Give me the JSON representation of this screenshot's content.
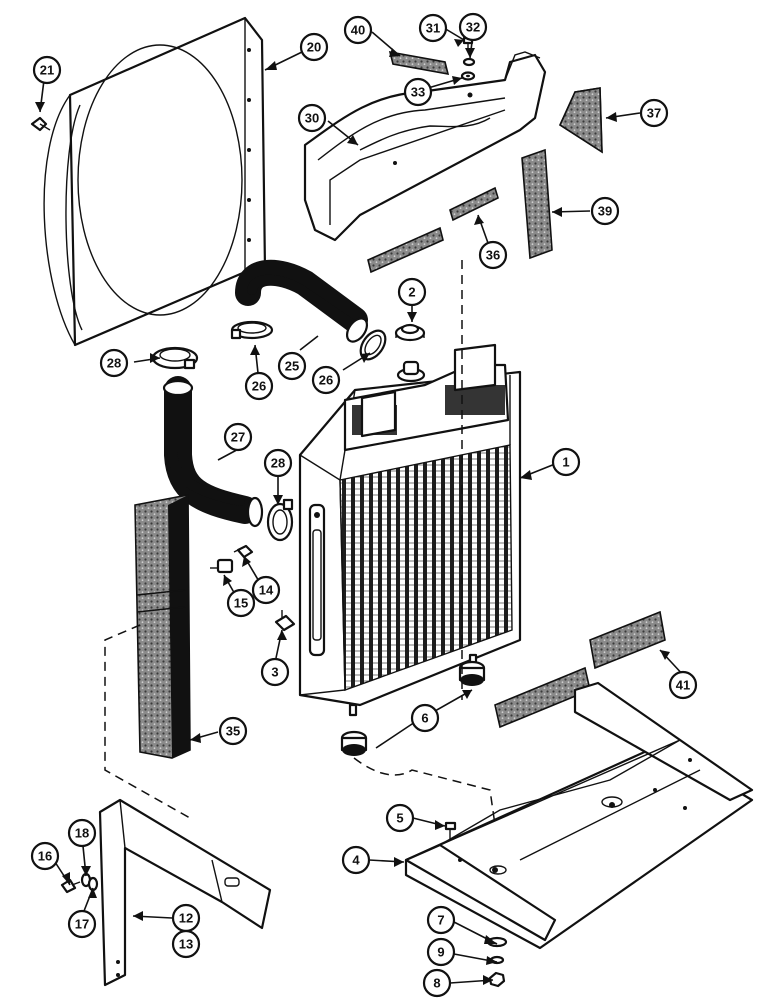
{
  "diagram": {
    "colors": {
      "line": "#111111",
      "paper": "#ffffff",
      "foam": "#6d6d6d"
    },
    "callouts": [
      {
        "id": "c1",
        "label": "1"
      },
      {
        "id": "c2",
        "label": "2"
      },
      {
        "id": "c3",
        "label": "3"
      },
      {
        "id": "c4",
        "label": "4"
      },
      {
        "id": "c5",
        "label": "5"
      },
      {
        "id": "c6",
        "label": "6"
      },
      {
        "id": "c7",
        "label": "7"
      },
      {
        "id": "c8",
        "label": "8"
      },
      {
        "id": "c9",
        "label": "9"
      },
      {
        "id": "c12",
        "label": "12"
      },
      {
        "id": "c13",
        "label": "13"
      },
      {
        "id": "c14",
        "label": "14"
      },
      {
        "id": "c15",
        "label": "15"
      },
      {
        "id": "c16",
        "label": "16"
      },
      {
        "id": "c17",
        "label": "17"
      },
      {
        "id": "c18",
        "label": "18"
      },
      {
        "id": "c20",
        "label": "20"
      },
      {
        "id": "c21",
        "label": "21"
      },
      {
        "id": "c25",
        "label": "25"
      },
      {
        "id": "c26a",
        "label": "26"
      },
      {
        "id": "c26b",
        "label": "26"
      },
      {
        "id": "c27",
        "label": "27"
      },
      {
        "id": "c28a",
        "label": "28"
      },
      {
        "id": "c28b",
        "label": "28"
      },
      {
        "id": "c30",
        "label": "30"
      },
      {
        "id": "c31",
        "label": "31"
      },
      {
        "id": "c32",
        "label": "32"
      },
      {
        "id": "c33",
        "label": "33"
      },
      {
        "id": "c35",
        "label": "35"
      },
      {
        "id": "c36",
        "label": "36"
      },
      {
        "id": "c37",
        "label": "37"
      },
      {
        "id": "c39",
        "label": "39"
      },
      {
        "id": "c40",
        "label": "40"
      },
      {
        "id": "c41",
        "label": "41"
      }
    ]
  }
}
